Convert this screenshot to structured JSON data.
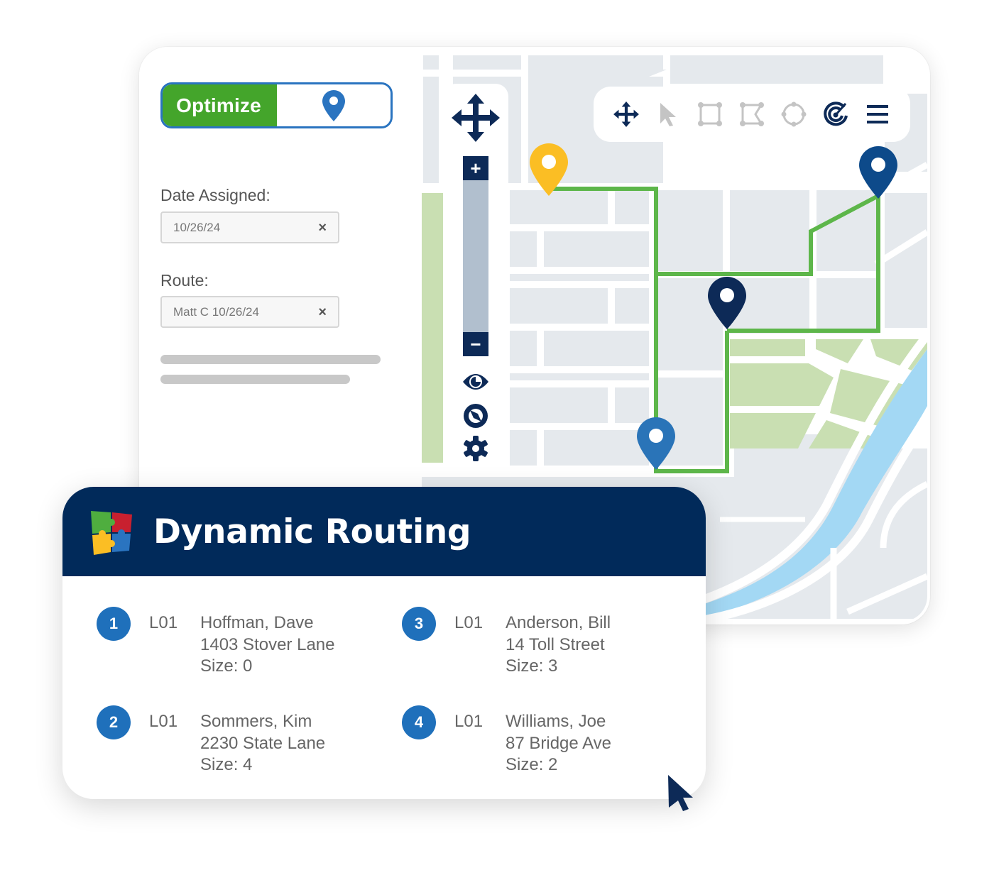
{
  "sidebar": {
    "optimize_label": "Optimize",
    "pin_toggle_icon": "map-pin-icon",
    "date_assigned": {
      "label": "Date Assigned:",
      "value": "10/26/24",
      "clear_icon": "×"
    },
    "route": {
      "label": "Route:",
      "value": "Matt C 10/26/24",
      "clear_icon": "×"
    }
  },
  "map": {
    "vertical_toolbar": {
      "pan_icon": "move-arrows-icon",
      "zoom_in_label": "+",
      "zoom_out_label": "−",
      "icons": [
        "eye-icon",
        "compass-icon",
        "gear-icon"
      ]
    },
    "horizontal_toolbar": {
      "icons": [
        "move-arrows-icon",
        "pointer-icon",
        "rectangle-select-icon",
        "polygon-select-icon",
        "circle-select-icon",
        "radar-icon",
        "menu-icon"
      ]
    },
    "pins": [
      {
        "color": "#fbbe24",
        "role": "start"
      },
      {
        "color": "#0d4a8a",
        "role": "stop"
      },
      {
        "color": "#0d2a57",
        "role": "stop"
      },
      {
        "color": "#2a74b8",
        "role": "stop"
      }
    ],
    "route_color": "#5db64a",
    "colors": {
      "block": "#e5e9ed",
      "park": "#c9dfb2",
      "river": "#a3d8f4",
      "road": "#ffffff"
    }
  },
  "card": {
    "title": "Dynamic Routing",
    "logo_icon": "puzzle-logo-icon",
    "header_color": "#012a5a",
    "stops": [
      {
        "number": "1",
        "code": "L01",
        "name": "Hoffman, Dave",
        "address": "1403 Stover Lane",
        "size": "Size: 0"
      },
      {
        "number": "2",
        "code": "L01",
        "name": "Sommers, Kim",
        "address": "2230 State Lane",
        "size": "Size: 4"
      },
      {
        "number": "3",
        "code": "L01",
        "name": "Anderson, Bill",
        "address": "14 Toll Street",
        "size": "Size: 3"
      },
      {
        "number": "4",
        "code": "L01",
        "name": "Williams, Joe",
        "address": "87 Bridge Ave",
        "size": "Size: 2"
      }
    ]
  },
  "colors": {
    "optimize_green": "#44a52b",
    "accent_blue": "#2a74c0",
    "navy": "#0d2a57"
  }
}
